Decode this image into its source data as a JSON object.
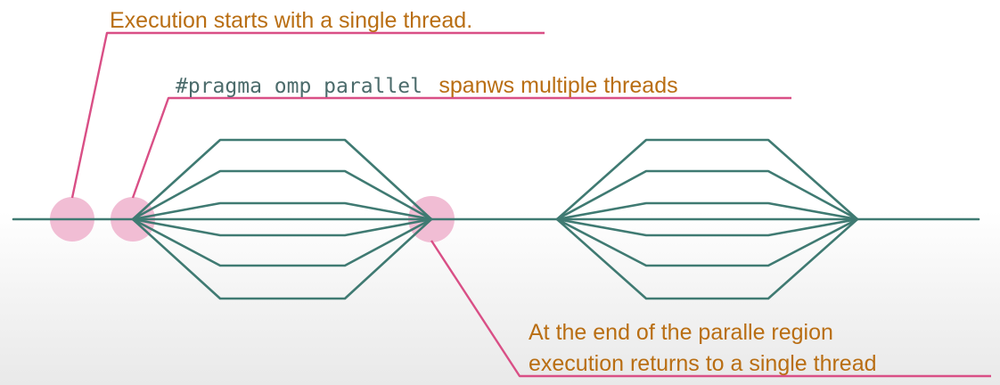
{
  "annotations": {
    "start": {
      "text": "Execution starts with a single thread."
    },
    "spawn": {
      "code": "#pragma omp parallel",
      "text": "spanws multiple threads"
    },
    "join": {
      "line1": "At the end of the paralle region",
      "line2": "execution returns to a single thread"
    }
  },
  "diagram": {
    "parallel_regions": 2,
    "threads_per_region": 6
  },
  "colors": {
    "thread_line": "#3f7a72",
    "callout_line": "#d94f86",
    "marker_fill": "#f0b6cf",
    "label_text": "#b96e13",
    "code_text": "#4b6b6b"
  }
}
